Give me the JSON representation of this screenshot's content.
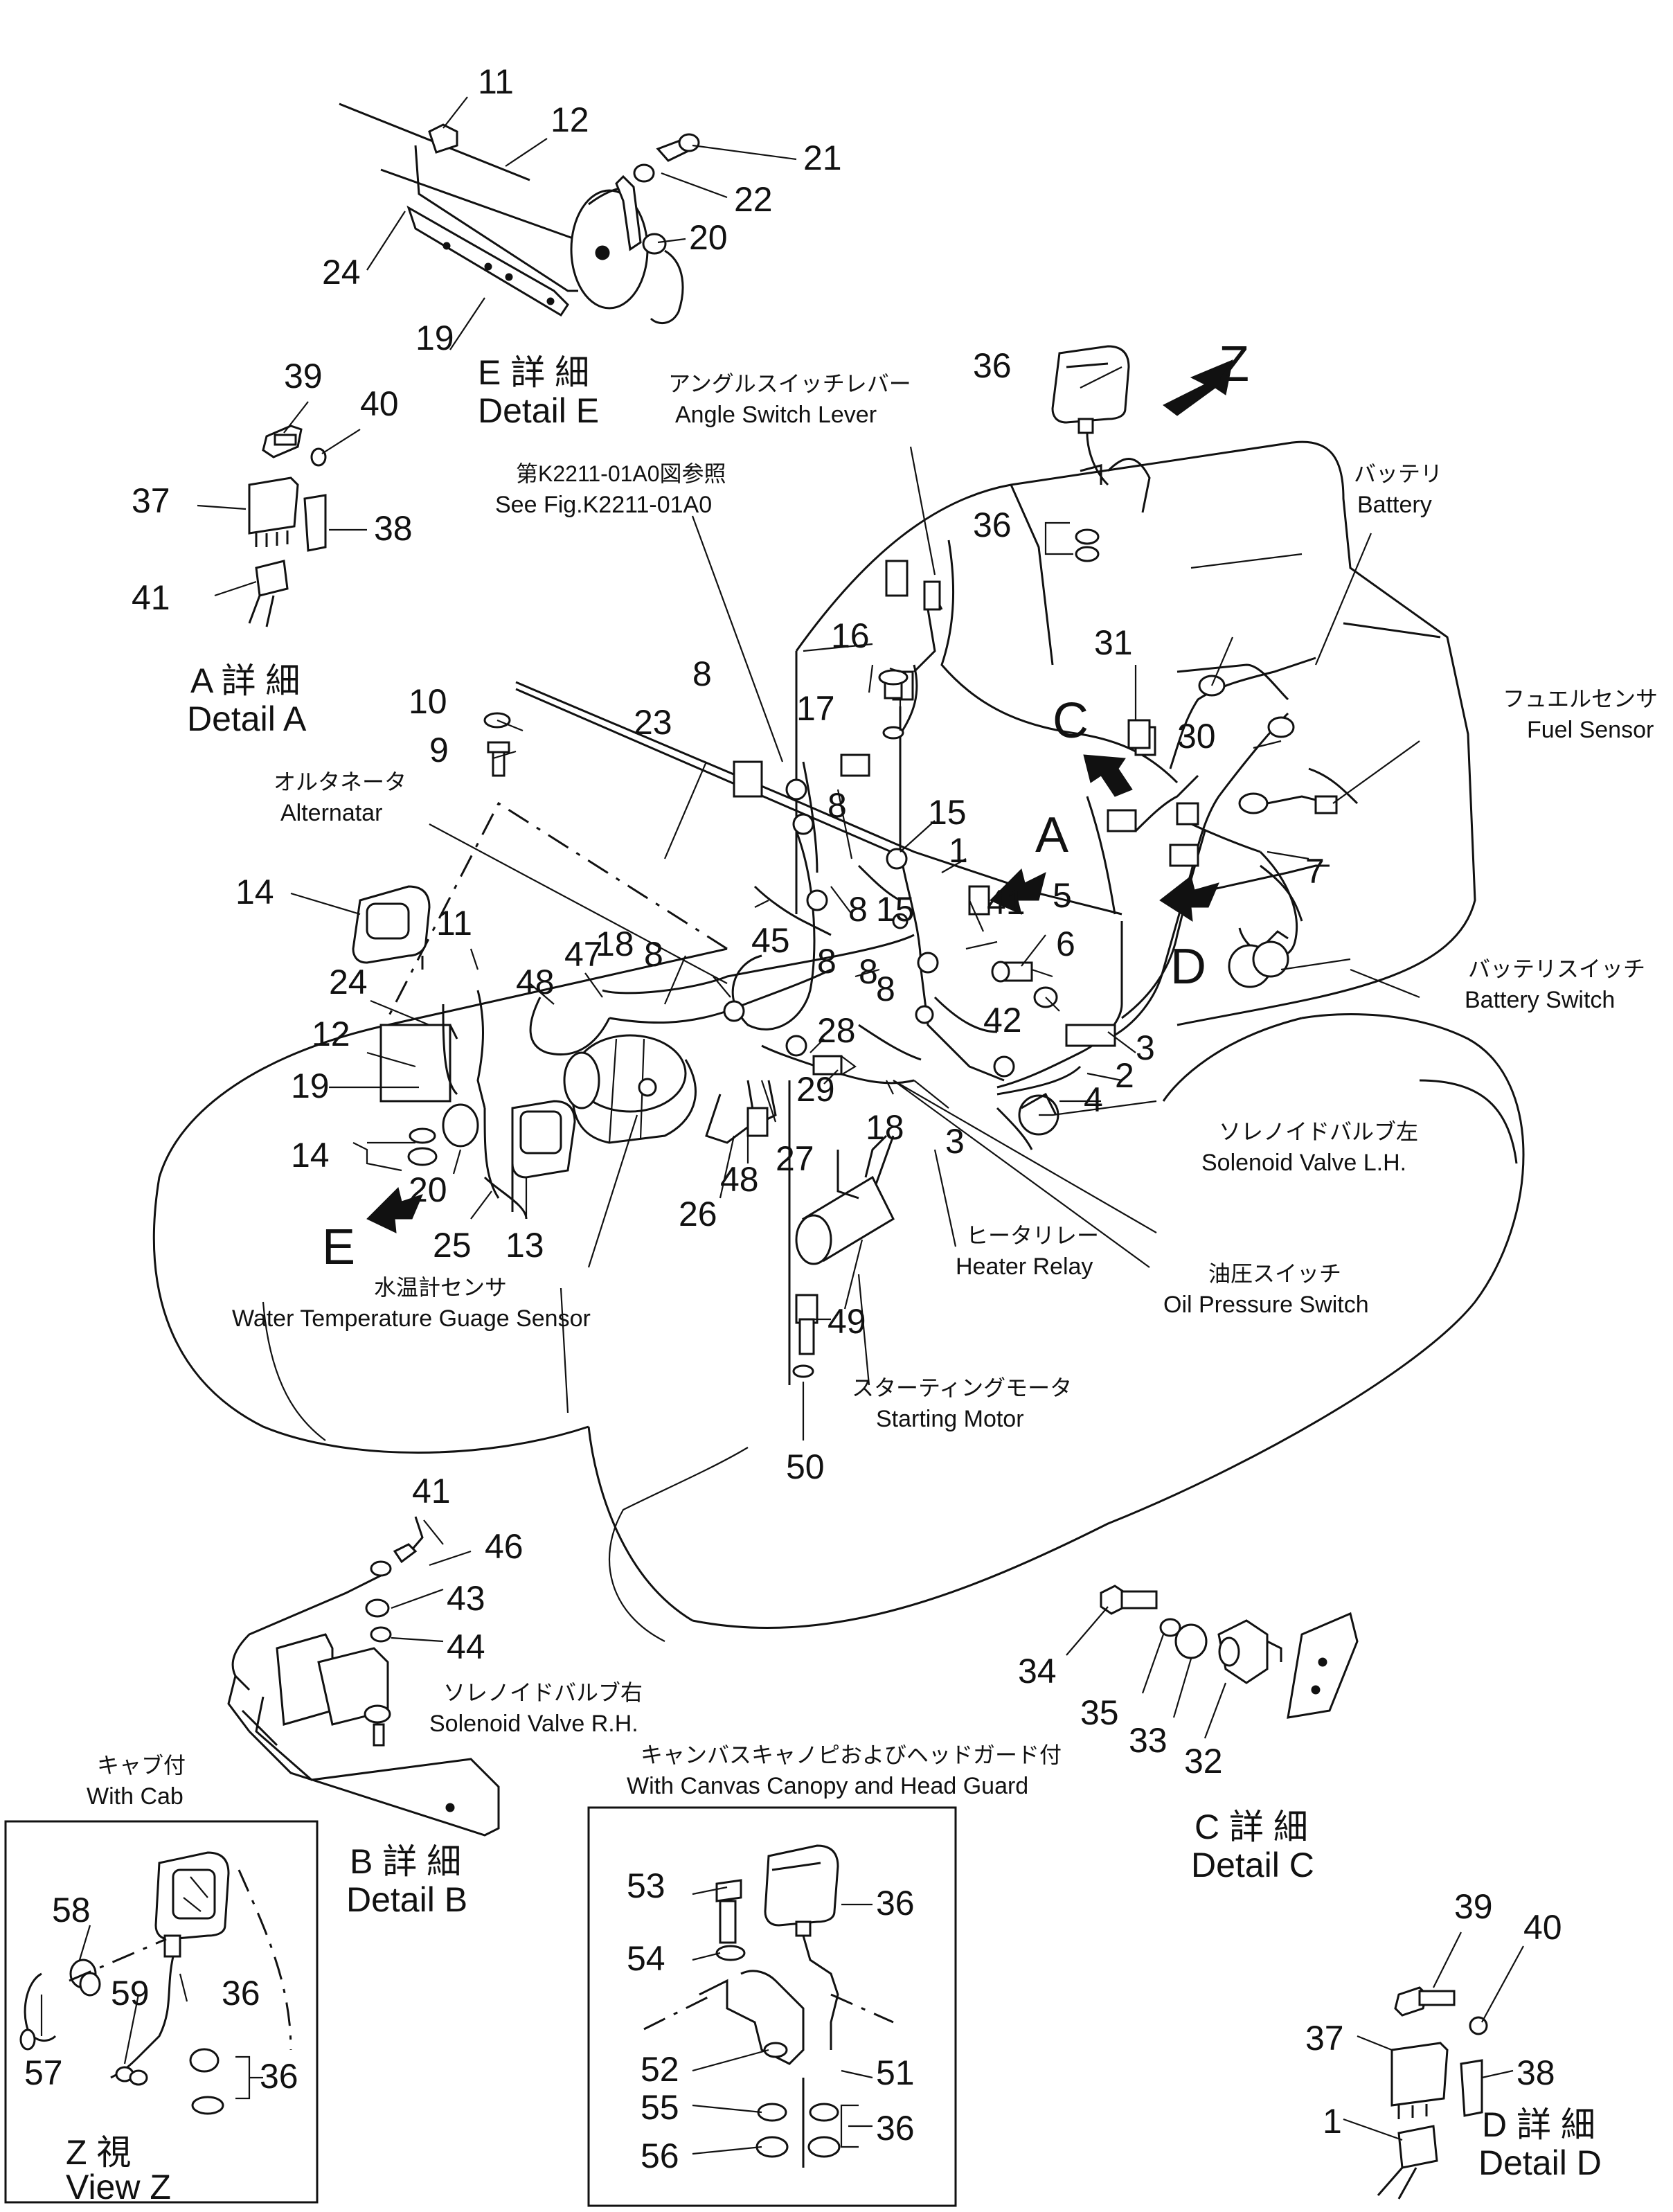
{
  "part_numbers": {
    "p1": "1",
    "p2": "2",
    "p3": "3",
    "p3b": "3",
    "p4": "4",
    "p5": "5",
    "p6": "6",
    "p7": "7",
    "p8a": "8",
    "p8b": "8",
    "p8c": "8",
    "p8d": "8",
    "p8e": "8",
    "p8f": "8",
    "p9": "9",
    "p10": "10",
    "p11": "11",
    "p11b": "11",
    "p12": "12",
    "p12b": "12",
    "p13": "13",
    "p14": "14",
    "p14b": "14",
    "p15": "15",
    "p16": "16",
    "p17": "17",
    "p18": "18",
    "p18b": "18",
    "p19": "19",
    "p19b": "19",
    "p20": "20",
    "p20b": "20",
    "p21": "21",
    "p22": "22",
    "p23": "23",
    "p24": "24",
    "p24b": "24",
    "p25": "25",
    "p26": "26",
    "p27": "27",
    "p28": "28",
    "p29": "29",
    "p30": "30",
    "p31": "31",
    "p32": "32",
    "p33": "33",
    "p34": "34",
    "p35": "35",
    "p36a": "36",
    "p36b": "36",
    "p36c": "36",
    "p36d": "36",
    "p36e": "36",
    "p36f": "36",
    "p37": "37",
    "p37b": "37",
    "p38": "38",
    "p38b": "38",
    "p39": "39",
    "p39b": "39",
    "p40": "40",
    "p40b": "40",
    "p41": "41",
    "p41b": "41",
    "p41c": "41",
    "p42": "42",
    "p43": "43",
    "p44": "44",
    "p45": "45",
    "p46": "46",
    "p47": "47",
    "p48": "48",
    "p48b": "48",
    "p49": "49",
    "p50": "50",
    "p51": "51",
    "p52": "52",
    "p53": "53",
    "p54": "54",
    "p55": "55",
    "p56": "56",
    "p57": "57",
    "p58": "58",
    "p59": "59"
  },
  "view_letters": {
    "a": "A",
    "c": "C",
    "d": "D",
    "e": "E",
    "z": "Z"
  },
  "callouts": {
    "angle_switch_jp": "アングルスイッチレバー",
    "angle_switch_en": "Angle Switch Lever",
    "see_fig_jp": "第K2211-01A0図参照",
    "see_fig_en": "See Fig.K2211-01A0",
    "battery_jp": "バッテリ",
    "battery_en": "Battery",
    "fuel_sensor_jp": "フュエルセンサ",
    "fuel_sensor_en": "Fuel Sensor",
    "alternator_jp": "オルタネータ",
    "alternator_en": "Alternatar",
    "battery_switch_jp": "バッテリスイッチ",
    "battery_switch_en": "Battery Switch",
    "solenoid_lh_jp": "ソレノイドバルブ左",
    "solenoid_lh_en": "Solenoid Valve L.H.",
    "heater_relay_jp": "ヒータリレー",
    "heater_relay_en": "Heater Relay",
    "oil_pressure_jp": "油圧スイッチ",
    "oil_pressure_en": "Oil Pressure Switch",
    "water_temp_jp": "水温計センサ",
    "water_temp_en": "Water Temperature Guage Sensor",
    "starting_motor_jp": "スターティングモータ",
    "starting_motor_en": "Starting Motor",
    "solenoid_rh_jp": "ソレノイドバルブ右",
    "solenoid_rh_en": "Solenoid Valve R.H.",
    "canopy_jp": "キャンバスキャノピおよびヘッドガード付",
    "canopy_en": "With Canvas Canopy and Head Guard",
    "cab_jp": "キャブ付",
    "cab_en": "With Cab"
  },
  "detail_titles": {
    "e_jp": "E 詳 細",
    "e_en": "Detail E",
    "a_jp": "A 詳 細",
    "a_en": "Detail A",
    "b_jp": "B 詳 細",
    "b_en": "Detail B",
    "c_jp": "C 詳 細",
    "c_en": "Detail C",
    "d_jp": "D 詳 細",
    "d_en": "Detail D",
    "z_jp": "Z 視",
    "z_en": "View Z"
  }
}
